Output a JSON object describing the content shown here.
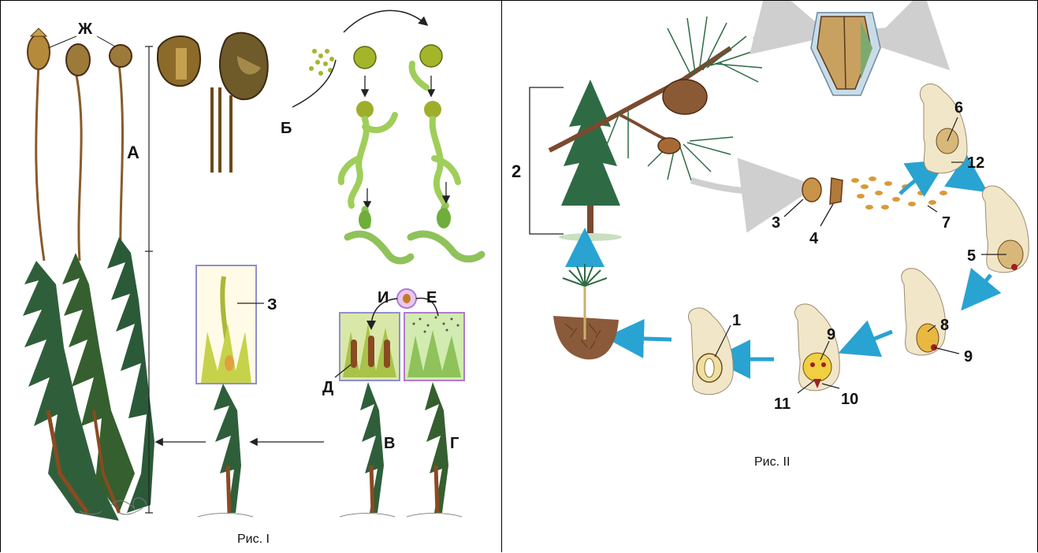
{
  "figure_one": {
    "caption": "Рис. I",
    "labels": {
      "a": "А",
      "b": "Б",
      "v": "В",
      "g": "Г",
      "d": "Д",
      "e": "Е",
      "zh": "Ж",
      "z": "З",
      "i": "И"
    }
  },
  "figure_two": {
    "caption": "Рис. II",
    "labels": {
      "n1": "1",
      "n2": "2",
      "n3": "3",
      "n4": "4",
      "n5": "5",
      "n6": "6",
      "n7": "7",
      "n8": "8",
      "n9a": "9",
      "n9b": "9",
      "n10": "10",
      "n11": "11",
      "n12": "12"
    }
  },
  "colors": {
    "moss_dark": "#2f5f3a",
    "moss_stem": "#8a5a2a",
    "capsule": "#9c7a3a",
    "protonema": "#9fce5a",
    "spore": "#a5b52a",
    "box_blue": "#8f8fd0",
    "box_violet": "#b07ad0",
    "pine_needle": "#2e6b44",
    "bark": "#7a4a30",
    "cone": "#8a5a35",
    "arrow_blue": "#29a3d2",
    "arrow_gray": "#cfcfcf",
    "ovule": "#f2e6c8",
    "soil": "#8a5a3a"
  }
}
